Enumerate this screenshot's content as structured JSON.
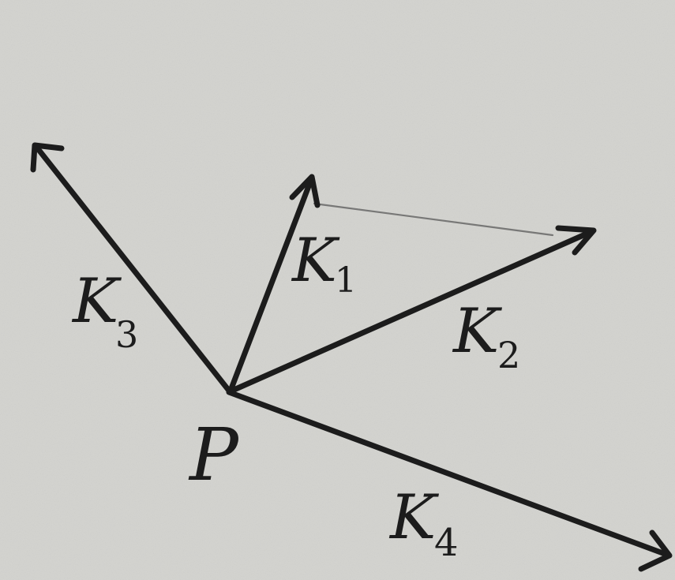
{
  "diagram": {
    "point": {
      "label": "P"
    },
    "vectors": [
      {
        "id": "k1",
        "letter": "K",
        "sub": "1"
      },
      {
        "id": "k2",
        "letter": "K",
        "sub": "2"
      },
      {
        "id": "k3",
        "letter": "K",
        "sub": "3"
      },
      {
        "id": "k4",
        "letter": "K",
        "sub": "4"
      }
    ],
    "colors": {
      "paper": "#d3d3cf",
      "ink": "#1c1c1c",
      "construction_line": "#5a5a5a"
    }
  }
}
